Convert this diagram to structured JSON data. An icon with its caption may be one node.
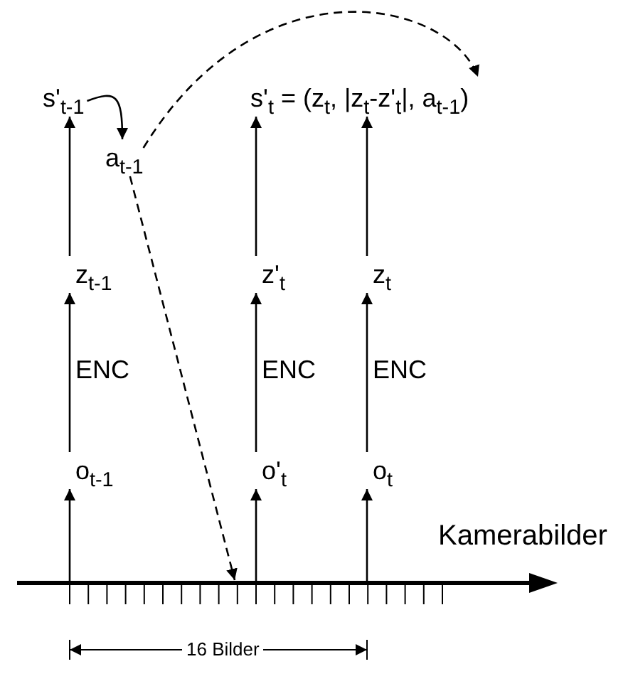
{
  "diagram": {
    "nodes": [
      {
        "text": [
          "o$_{t-1}$"
        ]
      },
      {
        "text": [
          "z$_{t-1}$"
        ]
      },
      {
        "text": [
          "a$_{t-1}$"
        ]
      },
      {
        "text": [
          "s'$_{t-1}$"
        ]
      },
      {
        "text": [
          "o'$_{t}$"
        ]
      },
      {
        "text": [
          "z'$_{t}$"
        ]
      },
      {
        "text": [
          "o$_{t}$"
        ]
      },
      {
        "text": [
          "z$_{t}$"
        ]
      },
      {
        "text": [
          "s'$_{t}$ = (z$_{t}$, |z$_{t}$-z'$_{t}$|, a$_{t-1}$)"
        ]
      },
      {
        "text": [],
        "shape": "bar"
      }
    ],
    "edges": [
      {
        "from": 9,
        "to": 0,
        "arrow": "to"
      },
      {
        "from": 0,
        "to": 1,
        "arrow": "to",
        "label": "ENC"
      },
      {
        "from": 1,
        "to": 3,
        "arrow": "to"
      },
      {
        "from": 3,
        "to": 2,
        "arrow": "to"
      },
      {
        "from": 9,
        "to": 4,
        "arrow": "to"
      },
      {
        "from": 4,
        "to": 5,
        "arrow": "to",
        "label": "ENC"
      },
      {
        "from": 5,
        "to": 8,
        "arrow": "to"
      },
      {
        "from": 9,
        "to": 6,
        "arrow": "to"
      },
      {
        "from": 6,
        "to": 7,
        "arrow": "to",
        "label": "ENC"
      },
      {
        "from": 7,
        "to": 8,
        "arrow": "to"
      },
      {
        "from": 2,
        "to": 8,
        "arrow": "to",
        "style": "dashed"
      },
      {
        "from": 2,
        "to": 9,
        "arrow": "to",
        "style": "dashed"
      }
    ],
    "labels": [
      "Kamerabilder",
      "16 Bilder"
    ]
  }
}
